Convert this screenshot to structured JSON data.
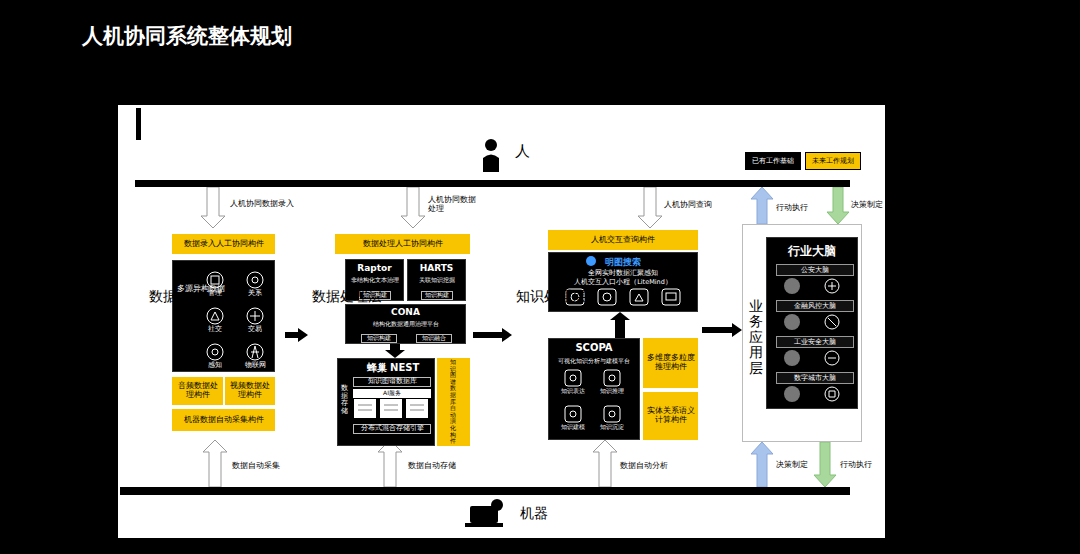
{
  "diagram": {
    "title": "人机协同系统整体规划",
    "nodes": [
      {
        "text": [
          "人"
        ]
      },
      {
        "text": [
          "数据采集层"
        ]
      },
      {
        "text": [
          "数据录入人工协同构件"
        ],
        "in": 1
      },
      {
        "text": [
          "多源异构数据"
        ],
        "in": 1
      },
      {
        "text": [
          "音频数据处理构件"
        ],
        "in": 1
      },
      {
        "text": [
          "视频数据处理构件"
        ],
        "in": 1
      },
      {
        "text": [
          "机器数据自动采集构件"
        ],
        "in": 1
      },
      {
        "text": [
          "数据处理层"
        ]
      },
      {
        "text": [
          "数据处理人工协同构件"
        ],
        "in": 7
      },
      {
        "text": [
          "Raptor",
          "非结构化文本治理"
        ],
        "in": 7
      },
      {
        "text": [
          "知识构建"
        ],
        "in": 9
      },
      {
        "text": [
          "HARTS",
          "关联知识挖掘"
        ],
        "in": 7
      },
      {
        "text": [
          "知识构建"
        ],
        "in": 11
      },
      {
        "text": [
          "CONA",
          "结构化数据通用治理平台"
        ],
        "in": 7
      },
      {
        "text": [
          "知识构建"
        ],
        "in": 13
      },
      {
        "text": [
          "知识融合"
        ],
        "in": 13
      },
      {
        "text": [
          "蜂巢 NEST",
          "数据存储"
        ],
        "in": 7
      },
      {
        "text": [
          "知识图谱数据库"
        ],
        "in": 16
      },
      {
        "text": [
          "AI服务"
        ],
        "in": 16
      },
      {
        "text": [
          "分布式混合存储引擎"
        ],
        "in": 16
      },
      {
        "text": [
          "知识图谱数据库自动演化构件"
        ],
        "in": 7
      },
      {
        "text": [
          "知识处理层"
        ]
      },
      {
        "text": [
          "人机交互查询构件"
        ],
        "in": 21
      },
      {
        "text": [
          "明图搜索",
          "全网实时数据汇聚感知",
          "人机交互入口小程（LiteMind）"
        ],
        "in": 21
      },
      {
        "text": [
          "SCOPA",
          "可视化知识分析与建模平台"
        ],
        "in": 21
      },
      {
        "text": [
          "多维度多粒度推理构件"
        ],
        "in": 21
      },
      {
        "text": [
          "实体关系语义计算构件"
        ],
        "in": 21
      },
      {
        "text": [
          "业务应用层"
        ]
      },
      {
        "text": [
          "行业大脑"
        ],
        "in": 27
      },
      {
        "text": [
          "公安大脑"
        ],
        "in": 28
      },
      {
        "text": [
          "金融风控大脑"
        ],
        "in": 28
      },
      {
        "text": [
          "工业安全大脑"
        ],
        "in": 28
      },
      {
        "text": [
          "数字城市大脑"
        ],
        "in": 28
      },
      {
        "text": [
          "机器"
        ]
      }
    ],
    "edges": [
      {
        "from": 0,
        "to": 1,
        "label": "人机协同数据录入",
        "arrow": "to"
      },
      {
        "from": 0,
        "to": 7,
        "label": "人机协同数据处理",
        "arrow": "to"
      },
      {
        "from": 0,
        "to": 21,
        "label": "人机协同查询",
        "arrow": "to"
      },
      {
        "from": 33,
        "to": 1,
        "label": "数据自动采集",
        "arrow": "to"
      },
      {
        "from": 33,
        "to": 7,
        "label": "数据自动存储",
        "arrow": "to"
      },
      {
        "from": 33,
        "to": 21,
        "label": "数据自动分析",
        "arrow": "to"
      },
      {
        "from": 1,
        "to": 7,
        "arrow": "to"
      },
      {
        "from": 7,
        "to": 21,
        "arrow": "to"
      },
      {
        "from": 21,
        "to": 27,
        "arrow": "to"
      },
      {
        "from": 13,
        "to": 16,
        "arrow": "to"
      },
      {
        "from": 24,
        "to": 23,
        "arrow": "to"
      },
      {
        "from": 27,
        "to": 0,
        "label": "行动执行",
        "arrow": "to"
      },
      {
        "from": 0,
        "to": 27,
        "label": "决策制定",
        "arrow": "to"
      },
      {
        "from": 33,
        "to": 27,
        "label": "决策制定",
        "arrow": "to"
      },
      {
        "from": 27,
        "to": 33,
        "label": "行动执行",
        "arrow": "to"
      }
    ],
    "labels": [
      "管理",
      "关系",
      "社交",
      "交易",
      "感知",
      "物联网",
      "知识表达",
      "知识推理",
      "知识建模",
      "知识沉淀"
    ],
    "legend": [
      {
        "text": "已有工作基础",
        "color": "#000000"
      },
      {
        "text": "未来工作规划",
        "color": "#f8c400"
      }
    ]
  }
}
